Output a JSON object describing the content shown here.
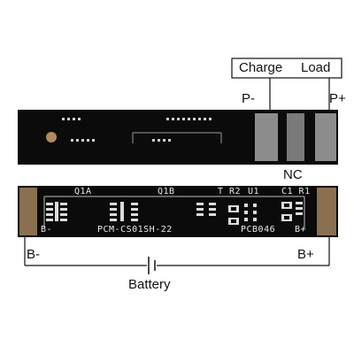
{
  "labels": {
    "charge": "Charge",
    "load": "Load",
    "p_minus": "P-",
    "p_plus": "P+",
    "nc": "NC",
    "b_minus": "B-",
    "b_plus": "B+",
    "battery": "Battery"
  },
  "silkscreen": {
    "q1a": "Q1A",
    "q1b": "Q1B",
    "t_r2": "T R2",
    "u1": "U1",
    "c1_r1": "C1 R1",
    "b_minus": "B-",
    "model": "PCM-CS01SH-22",
    "pcb": "PCB046",
    "b_plus": "B+"
  }
}
